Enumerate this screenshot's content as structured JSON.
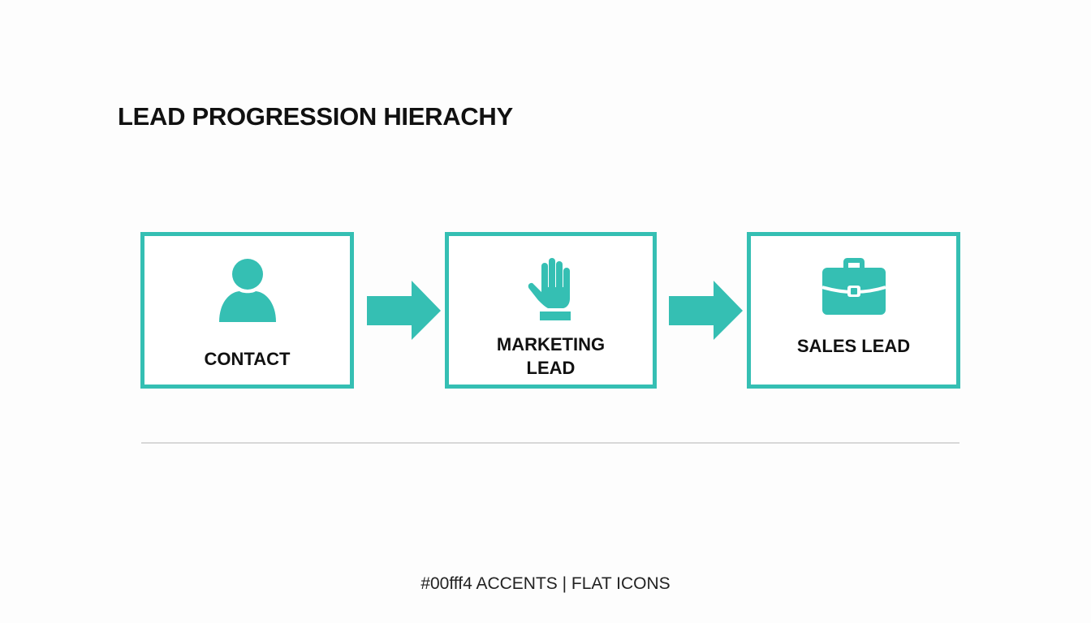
{
  "title": "LEAD PROGRESSION HIERACHY",
  "accent_color": "#35bfb3",
  "stages": [
    {
      "label": "CONTACT",
      "icon": "person-icon"
    },
    {
      "label": "MARKETING\nLEAD",
      "icon": "raised-hand-icon"
    },
    {
      "label": "SALES LEAD",
      "icon": "briefcase-icon"
    }
  ],
  "connectors": [
    "arrow-right-icon",
    "arrow-right-icon"
  ],
  "footer": "#00fff4 ACCENTS | FLAT ICONS"
}
